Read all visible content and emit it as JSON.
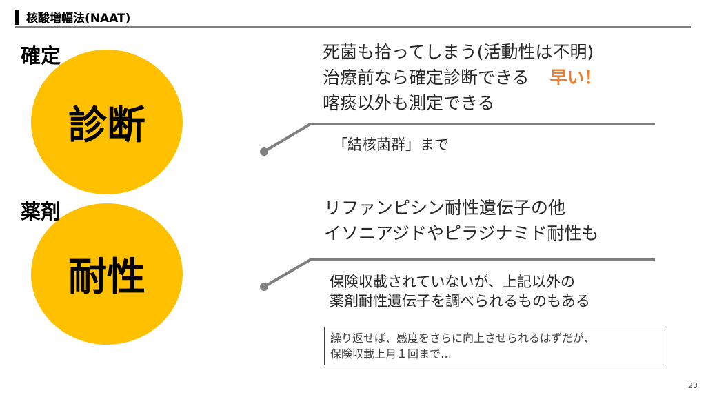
{
  "header": {
    "title": "核酸増幅法(NAAT)"
  },
  "sections": [
    {
      "label": "確定",
      "circle": "診断",
      "lines": [
        "死菌も拾ってしまう(活動性は不明)",
        "治療前なら確定診断できる",
        "喀痰以外も測定できる"
      ],
      "highlight": "早い！",
      "sub": "「結核菌群」まで"
    },
    {
      "label": "薬剤",
      "circle": "耐性",
      "lines": [
        "リファンピシン耐性遺伝子の他",
        "イソニアジドやピラジナミド耐性も"
      ],
      "sub_lines": [
        "保険収載されていないが、上記以外の",
        "薬剤耐性遺伝子を調べられるものもある"
      ]
    }
  ],
  "note": {
    "lines": [
      "繰り返せば、感度をさらに向上させられるはずだが、",
      "保険収載上月１回まで…"
    ]
  },
  "page_number": "23",
  "colors": {
    "circle": "#FFC000",
    "highlight": "#ED7D31",
    "connector": "#7F7F7F"
  }
}
